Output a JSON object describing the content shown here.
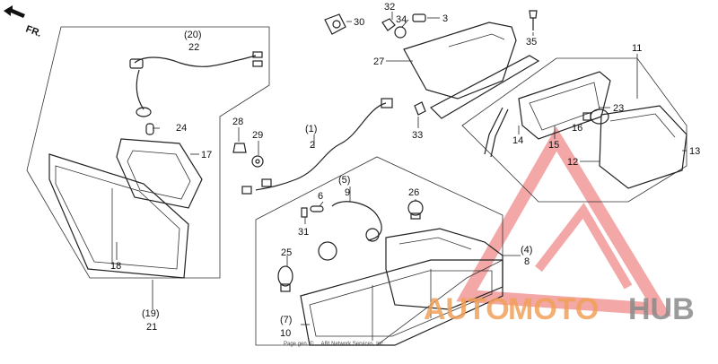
{
  "direction": {
    "label": "FR."
  },
  "callouts": {
    "c30": "30",
    "c32": "32",
    "c34": "34",
    "c3": "3",
    "c35": "35",
    "c27": "27",
    "c33": "33",
    "c11": "11",
    "c23": "23",
    "c14": "14",
    "c15": "15",
    "c16": "16",
    "c12": "12",
    "c13": "13",
    "c20": "(20)",
    "c22": "22",
    "c24": "24",
    "c17": "17",
    "c18": "18",
    "c19": "(19)",
    "c21": "21",
    "c28": "28",
    "c29": "29",
    "c1": "(1)",
    "c2": "2",
    "c5": "(5)",
    "c9": "9",
    "c6": "6",
    "c26": "26",
    "c31": "31",
    "c25": "25",
    "c4": "(4)",
    "c8": "8",
    "c7": "(7)",
    "c10": "10"
  },
  "copyright": "Page gen. © ... ARI Network Services, Inc.",
  "watermark": {
    "part1": "AUTO",
    "part2": "MOTO",
    "part3": "HUB",
    "color_orange": "#f2a15a",
    "color_gray": "#8a8a8a",
    "logo_color": "#f08a8a"
  }
}
